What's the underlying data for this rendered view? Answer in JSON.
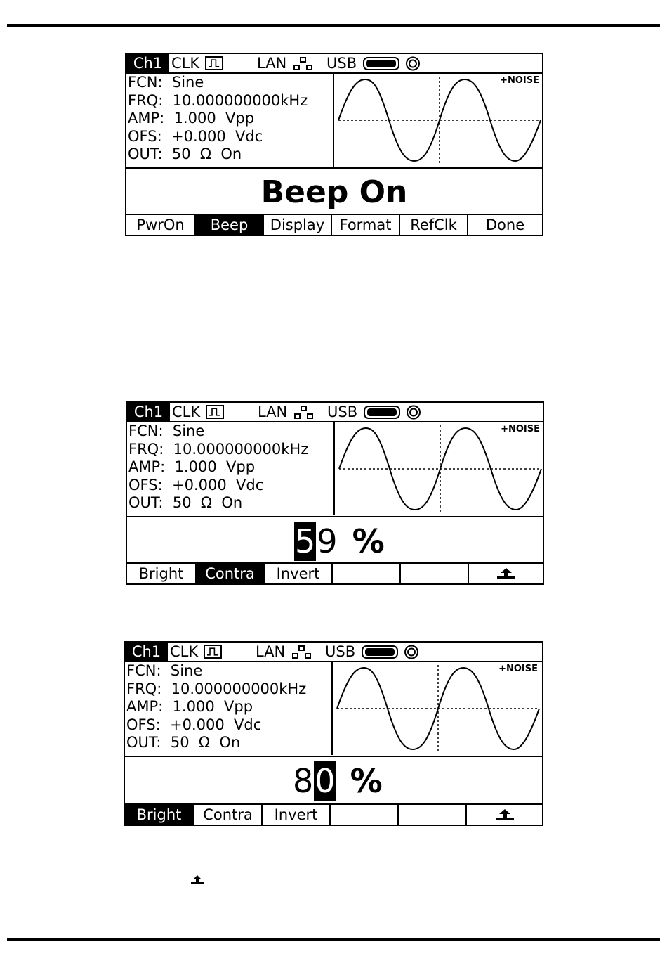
{
  "screens": [
    {
      "status": {
        "channel": "Ch1",
        "clk_label": "CLK",
        "lan_label": "LAN",
        "usb_label": "USB"
      },
      "params": [
        {
          "text": "FCN:  Sine"
        },
        {
          "text": "FRQ:  10.000000000kHz"
        },
        {
          "text": "AMP:  1.000  Vpp"
        },
        {
          "text": "OFS:  +0.000  Vdc"
        },
        {
          "text": "OUT:  50  Ω  On"
        }
      ],
      "noise_label": "+NOISE",
      "message": "Beep On",
      "softkeys": [
        "PwrOn",
        "Beep",
        "Display",
        "Format",
        "RefClk",
        "Done"
      ],
      "selected_softkey": "Beep"
    },
    {
      "status": {
        "channel": "Ch1",
        "clk_label": "CLK",
        "lan_label": "LAN",
        "usb_label": "USB"
      },
      "params": [
        {
          "text": "FCN:  Sine"
        },
        {
          "text": "FRQ:  10.000000000kHz"
        },
        {
          "text": "AMP:  1.000  Vpp"
        },
        {
          "text": "OFS:  +0.000  Vdc"
        },
        {
          "text": "OUT:  50  Ω  On"
        }
      ],
      "noise_label": "+NOISE",
      "value": {
        "digit1": "5",
        "digit2": "9",
        "unit": "%"
      },
      "softkeys": [
        "Bright",
        "Contra",
        "Invert",
        "",
        "",
        ""
      ],
      "selected_softkey": "Contra"
    },
    {
      "status": {
        "channel": "Ch1",
        "clk_label": "CLK",
        "lan_label": "LAN",
        "usb_label": "USB"
      },
      "params": [
        {
          "text": "FCN:  Sine"
        },
        {
          "text": "FRQ:  10.000000000kHz"
        },
        {
          "text": "AMP:  1.000  Vpp"
        },
        {
          "text": "OFS:  +0.000  Vdc"
        },
        {
          "text": "OUT:  50  Ω  On"
        }
      ],
      "noise_label": "+NOISE",
      "value": {
        "digit1": "8",
        "digit2": "0",
        "unit": "%"
      },
      "softkeys": [
        "Bright",
        "Contra",
        "Invert",
        "",
        "",
        ""
      ],
      "selected_softkey": "Bright"
    }
  ],
  "icons": {
    "return_key": "return-arrow-icon"
  }
}
